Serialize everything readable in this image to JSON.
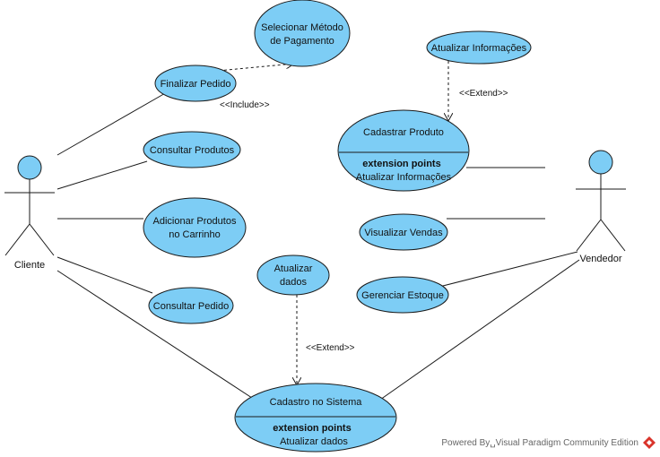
{
  "actors": {
    "cliente": "Cliente",
    "vendedor": "Vendedor"
  },
  "use_cases": {
    "selecionar_metodo": [
      "Selecionar Método",
      "de Pagamento"
    ],
    "finalizar_pedido": "Finalizar Pedido",
    "consultar_produtos": "Consultar Produtos",
    "adicionar_produtos": [
      "Adicionar Produtos",
      "no Carrinho"
    ],
    "consultar_pedido": "Consultar Pedido",
    "atualizar_informacoes": "Atualizar Informações",
    "cadastrar_produto": {
      "name": "Cadastrar Produto",
      "ext_title": "extension points",
      "ext_point": "Atualizar Informações"
    },
    "visualizar_vendas": "Visualizar Vendas",
    "gerenciar_estoque": "Gerenciar Estoque",
    "atualizar_dados": [
      "Atualizar",
      "dados"
    ],
    "cadastro_sistema": {
      "name": "Cadastro no Sistema",
      "ext_title": "extension points",
      "ext_point": "Atualizar dados"
    }
  },
  "relations": {
    "include": "<<Include>>",
    "extend_top": "<<Extend>>",
    "extend_bottom": "<<Extend>>"
  },
  "footer": {
    "text": "Powered By␣Visual Paradigm Community Edition",
    "logo_color": "#d9342b"
  }
}
